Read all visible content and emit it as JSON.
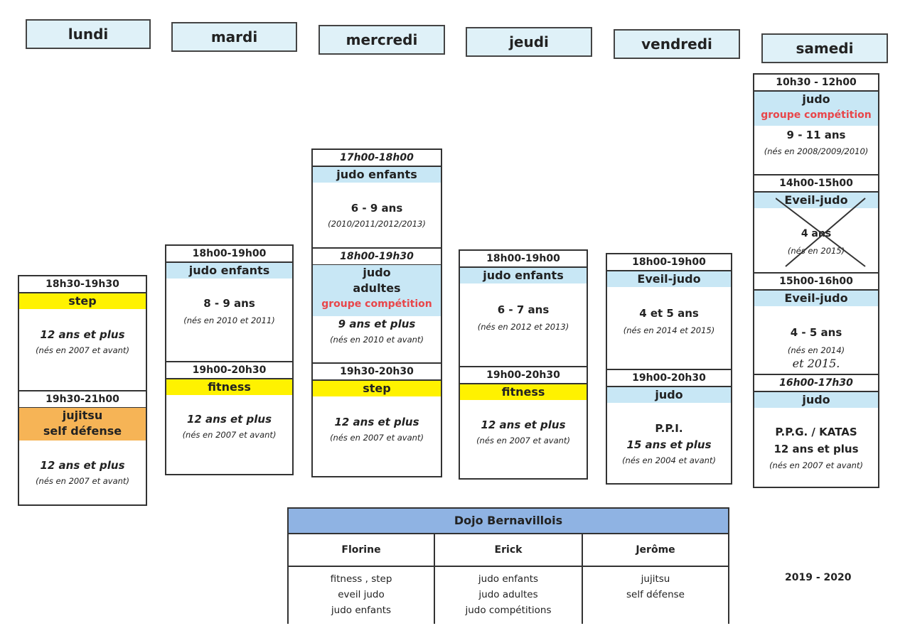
{
  "days": [
    "lundi",
    "mardi",
    "mercredi",
    "jeudi",
    "vendredi",
    "samedi"
  ],
  "lundi": {
    "s1": {
      "time": "18h30-19h30",
      "activity": "step",
      "age": "12 ans et plus",
      "note": "(nés en 2007 et avant)"
    },
    "s2": {
      "time": "19h30-21h00",
      "activity1": "jujitsu",
      "activity2": "self défense",
      "age": "12 ans et plus",
      "note": "(nés en 2007 et avant)"
    }
  },
  "mardi": {
    "s1": {
      "time": "18h00-19h00",
      "activity": "judo enfants",
      "age": "8 - 9 ans",
      "note": "(nés en 2010 et 2011)"
    },
    "s2": {
      "time": "19h00-20h30",
      "activity": "fitness",
      "age": "12 ans et plus",
      "note": "(nés en 2007 et avant)"
    }
  },
  "mercredi": {
    "s1": {
      "time": "17h00-18h00",
      "activity": "judo enfants",
      "age": "6 - 9 ans",
      "note": "(2010/2011/2012/2013)"
    },
    "s2": {
      "time": "18h00-19h30",
      "activity1": "judo",
      "activity2": "adultes",
      "group": "groupe compétition",
      "age": "9 ans et plus",
      "note": "(nés en 2010 et avant)"
    },
    "s3": {
      "time": "19h30-20h30",
      "activity": "step",
      "age": "12 ans et plus",
      "note": "(nés en 2007 et avant)"
    }
  },
  "jeudi": {
    "s1": {
      "time": "18h00-19h00",
      "activity": "judo enfants",
      "age": "6 - 7 ans",
      "note": "(nés en 2012 et 2013)"
    },
    "s2": {
      "time": "19h00-20h30",
      "activity": "fitness",
      "age": "12 ans et plus",
      "note": "(nés en 2007 et avant)"
    }
  },
  "vendredi": {
    "s1": {
      "time": "18h00-19h00",
      "activity": "Eveil-judo",
      "age": "4 et 5 ans",
      "note": "(nés en 2014 et 2015)"
    },
    "s2": {
      "time": "19h00-20h30",
      "activity": "judo",
      "line1": "P.P.I.",
      "age": "15 ans et plus",
      "note": "(nés en 2004 et avant)"
    }
  },
  "samedi": {
    "s1": {
      "time": "10h30 - 12h00",
      "activity": "judo",
      "group": "groupe compétition",
      "age": "9 - 11 ans",
      "note": "(nés en 2008/2009/2010)"
    },
    "s2": {
      "time": "14h00-15h00",
      "activity": "Eveil-judo",
      "age": "4 ans",
      "note": "(nés en 2015)"
    },
    "s3": {
      "time": "15h00-16h00",
      "activity": "Eveil-judo",
      "age": "4 - 5 ans",
      "note": "(nés en 2014)",
      "handnote": "et 2015."
    },
    "s4": {
      "time": "16h00-17h30",
      "activity": "judo",
      "line1": "P.P.G. / KATAS",
      "age": "12 ans et plus",
      "note": "(nés en 2007 et avant)"
    }
  },
  "table": {
    "title": "Dojo Bernavillois",
    "columns": [
      {
        "name": "Florine",
        "items": [
          "fitness , step",
          "eveil judo",
          "judo enfants"
        ]
      },
      {
        "name": "Erick",
        "items": [
          "judo enfants",
          "judo adultes",
          "judo compétitions"
        ]
      },
      {
        "name": "Jerôme",
        "items": [
          "jujitsu",
          "self défense"
        ]
      }
    ]
  },
  "season": "2019 - 2020",
  "colors": {
    "header_bg": "#dff1f8",
    "blue": "#c8e7f5",
    "yellow": "#fff200",
    "orange": "#f6b456",
    "red_text": "#e8464a",
    "table_title": "#8fb3e3"
  }
}
